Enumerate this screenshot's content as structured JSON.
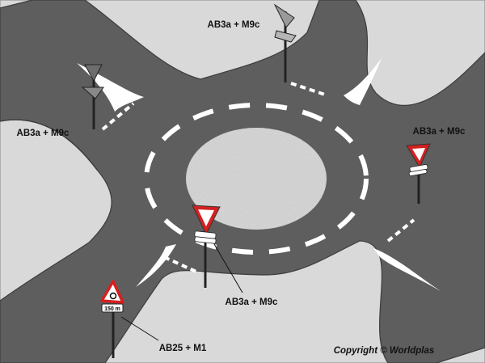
{
  "labels": {
    "top": "AB3a + M9c",
    "left": "AB3a + M9c",
    "right": "AB3a + M9c",
    "bottom_center": "AB3a + M9c",
    "bottom_left": "AB25 + M1"
  },
  "copyright": "Copyright © Worldplas",
  "distance_sign": "150 m",
  "colors": {
    "road": "#5e5e5e",
    "ground": "#d9d9d9",
    "island": "#d6d6d6",
    "marking": "#ffffff",
    "sign_red": "#d42020"
  }
}
